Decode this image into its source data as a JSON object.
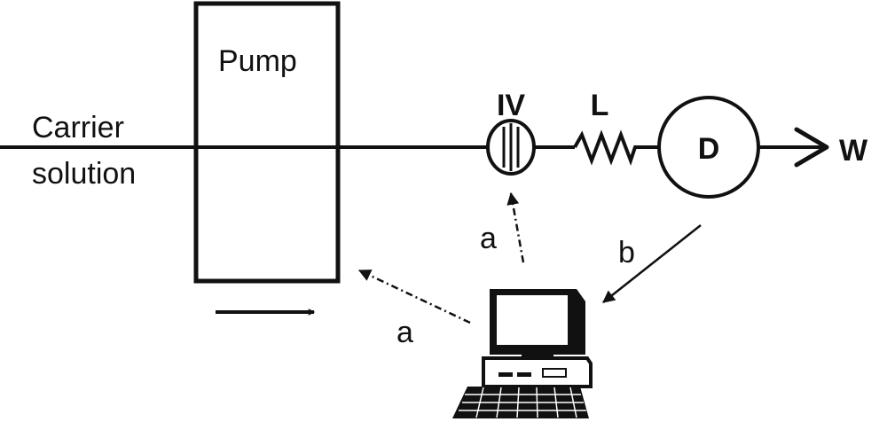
{
  "diagram": {
    "carrier_line1": "Carrier",
    "carrier_line2": "solution",
    "pump": "Pump",
    "injection_valve": "IV",
    "coil": "L",
    "detector": "D",
    "waste": "W",
    "signal_a_valve": "a",
    "signal_a_pump": "a",
    "signal_b": "b"
  }
}
